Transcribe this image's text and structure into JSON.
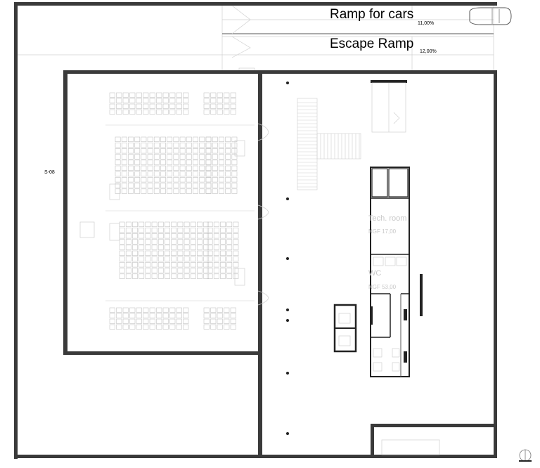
{
  "labels": {
    "ramp_cars": "Ramp for cars",
    "ramp_cars_slope": "11,00%",
    "escape_ramp": "Escape Ramp",
    "escape_ramp_slope": "12,00%",
    "section_ref": "S-08",
    "tech_room": "Tech. room",
    "tech_room_area": "NGF 17,00",
    "wc": "WC",
    "wc_area": "NGF 53,00"
  },
  "colors": {
    "wall": "#3a3a3a",
    "faint": "#cfcfcf"
  }
}
